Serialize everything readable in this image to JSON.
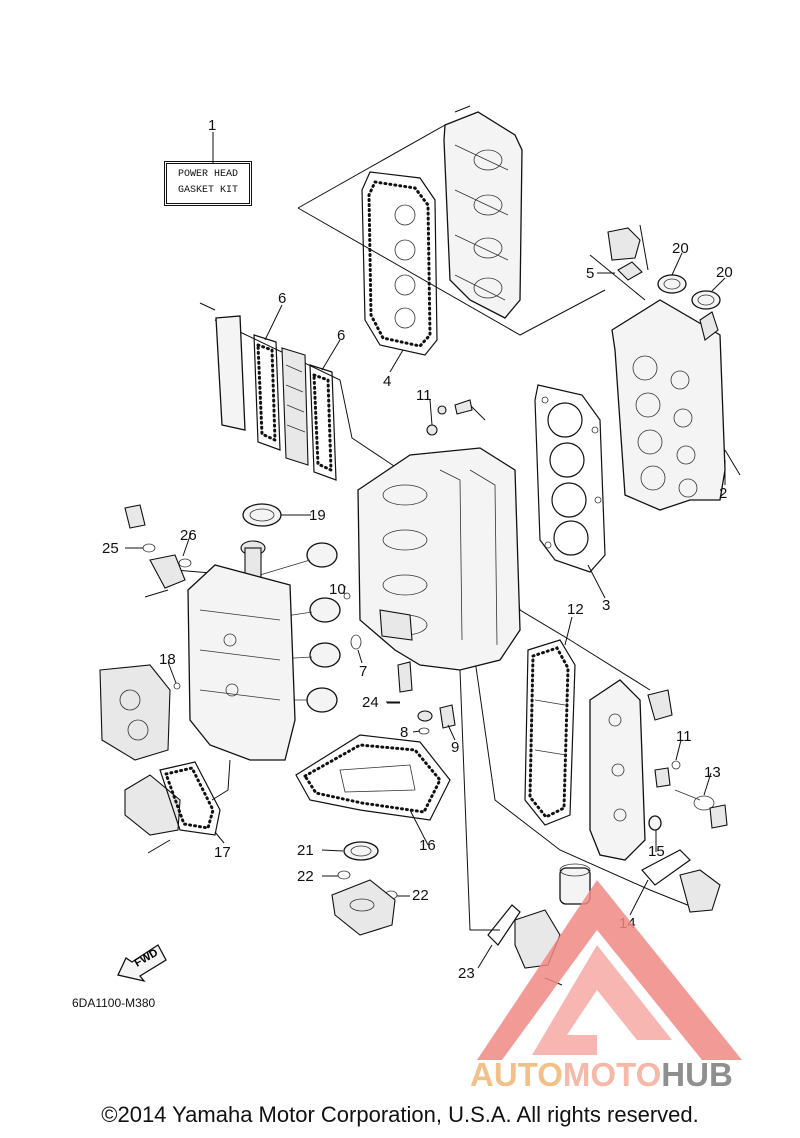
{
  "kit_label": {
    "line1": "POWER HEAD",
    "line2": "GASKET KIT"
  },
  "callouts": {
    "c1": "1",
    "c2": "2",
    "c3": "3",
    "c4": "4",
    "c5": "5",
    "c6a": "6",
    "c6b": "6",
    "c7": "7",
    "c8": "8",
    "c9": "9",
    "c10": "10",
    "c11a": "11",
    "c11b": "11",
    "c12": "12",
    "c13": "13",
    "c14": "14",
    "c15": "15",
    "c16": "16",
    "c17": "17",
    "c18": "18",
    "c19": "19",
    "c20a": "20",
    "c20b": "20",
    "c21": "21",
    "c22a": "22",
    "c22b": "22",
    "c23": "23",
    "c24": "24",
    "c25": "25",
    "c26": "26"
  },
  "fwd_label": "FWD",
  "diagram_code": "6DA1100-M380",
  "watermark": {
    "part1": "AUTO",
    "part2": "MOTO",
    "part3": "HUB",
    "colors": [
      "#f3c08a",
      "#f6b8a8",
      "#8f8f8f"
    ],
    "triangle_color": "#f08a84"
  },
  "copyright": "©2014 Yamaha Motor Corporation, U.S.A. All rights reserved."
}
